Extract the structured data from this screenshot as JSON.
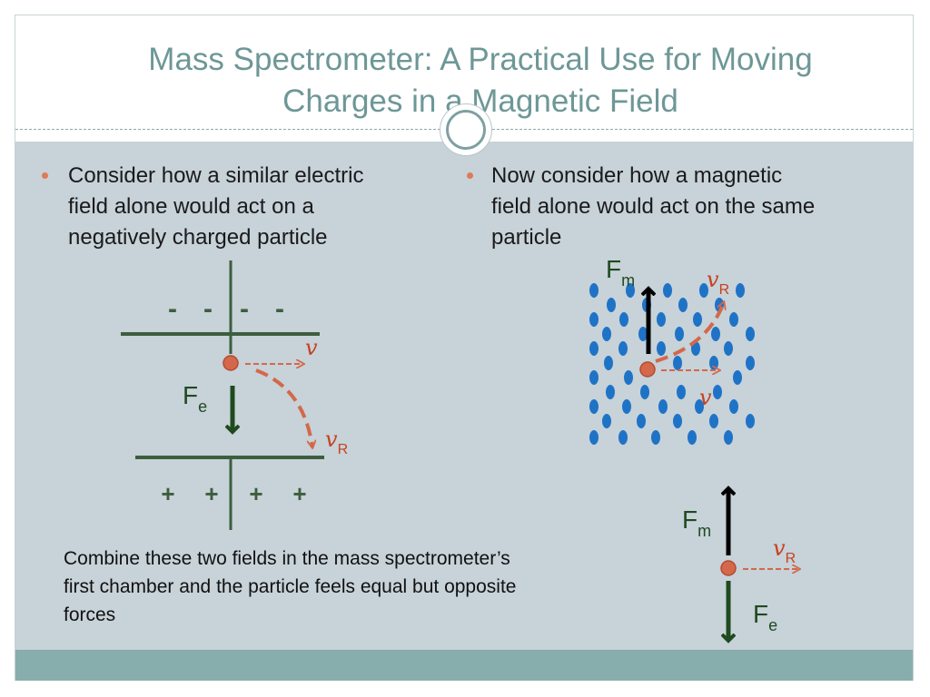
{
  "title": {
    "line1": "Mass Spectrometer: A Practical Use for Moving",
    "line2": "Charges in a Magnetic Field"
  },
  "bullets": {
    "left": {
      "line1": "Consider how a similar electric",
      "line2": "field alone would act on a",
      "line3": "negatively charged particle"
    },
    "right": {
      "line1": "Now consider how a magnetic",
      "line2": "field alone would act on the same",
      "line3": "particle"
    }
  },
  "combine_text": {
    "line1": "Combine these two fields in the mass spectrometer’s",
    "line2": "first chamber and the particle feels equal but opposite",
    "line3": "forces"
  },
  "electric_diagram": {
    "minus_signs": [
      "-",
      "-",
      "-",
      "-"
    ],
    "plus_signs": [
      "+",
      "+",
      "+",
      "+"
    ],
    "force_label": "F",
    "force_sub": "e",
    "v_label": "v",
    "vr_label": "v",
    "vr_sub": "R"
  },
  "magnetic_diagram": {
    "force_label": "F",
    "force_sub": "m",
    "vr_label": "v",
    "vr_sub": "R",
    "v_label": "v"
  },
  "combined_diagram": {
    "fm_label": "F",
    "fm_sub": "m",
    "fe_label": "F",
    "fe_sub": "e",
    "vr_label": "v",
    "vr_sub": "R"
  },
  "colors": {
    "title": "#6e9797",
    "accent_bullet": "#e07a55",
    "plate_green": "#3d5e3d",
    "force_green": "#1f4a1f",
    "particle": "#d4684a",
    "field_dot": "#1f73c6",
    "content_bg": "#c7d2d9",
    "footer_bg": "#88adad"
  }
}
